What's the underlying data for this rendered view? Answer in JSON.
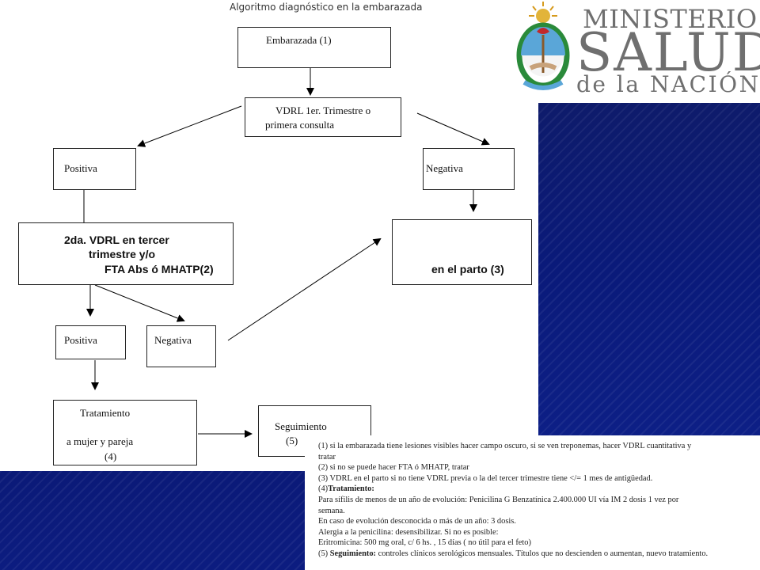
{
  "title": "Algoritmo diagnóstico en la embarazada",
  "logo": {
    "line1": "MINISTERIO de",
    "line2": "SALUD",
    "line3": "de la NACIÓN"
  },
  "boxes": {
    "embarazada": "Embarazada (1)",
    "vdrl1_line1": "VDRL 1er. Trimestre o",
    "vdrl1_line2": "primera consulta",
    "positiva1": "Positiva",
    "negativa1": "Negativa",
    "vdrl2_line1": "2da. VDRL en tercer",
    "vdrl2_line2": "trimestre y/o",
    "vdrl2_line3": "FTA Abs ó MHATP(2)",
    "parto": "en el parto (3)",
    "positiva2": "Positiva",
    "negativa2": "Negativa",
    "tratamiento_line1": "Tratamiento",
    "tratamiento_line2": "a mujer y pareja",
    "tratamiento_line3": "(4)",
    "seguimiento_line1": "Seguimiento",
    "seguimiento_line2": "(5)"
  },
  "notes": {
    "n1a": "(1) si la embarazada tiene lesiones visibles hacer campo oscuro, si se ven treponemas,  hacer VDRL cuantitativa y",
    "n1b": "tratar",
    "n2": "(2) si no se puede hacer FTA ó MHATP, tratar",
    "n3": "(3) VDRL en el parto si no tiene VDRL previa o la del tercer trimestre tiene </= 1 mes de antigüedad.",
    "n4_prefix": "(4)",
    "n4_label": "Tratamiento:",
    "n4a": "Para sífilis de menos de un año de evolución: Penicilina G Benzatínica 2.400.000 UI vía IM 2 dosis  1 vez por",
    "n4b": "semana.",
    "n4c": " En caso de evolución desconocida o más de un año: 3 dosis.",
    "n4d": "Alergia a la penicilina: desensibilizar. Si no es posible:",
    "n4e": "Eritromicina: 500 mg  oral, c/ 6 hs. , 15 días ( no útil para el feto)",
    "n5_prefix": "(5) ",
    "n5_label": "Seguimiento:",
    "n5_text": " controles clínicos serológicos mensuales. Títulos que no descienden o aumentan, nuevo tratamiento."
  }
}
